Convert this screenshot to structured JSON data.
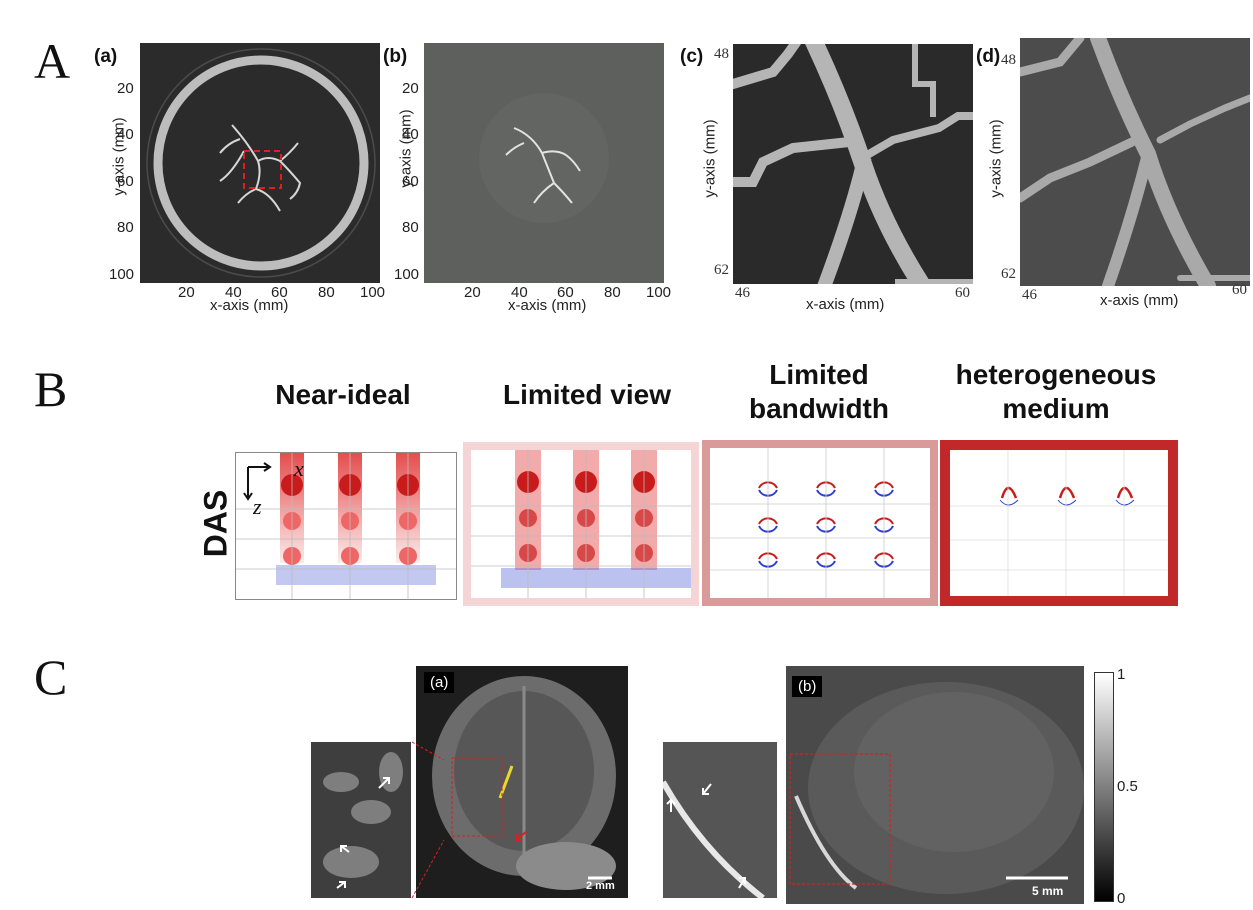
{
  "sections": {
    "a": "A",
    "b": "B",
    "c": "C"
  },
  "panelA": {
    "a": {
      "label": "(a)",
      "xlabel": "x-axis (mm)",
      "ylabel": "y-axis (mm)",
      "xticks": [
        "20",
        "40",
        "60",
        "80",
        "100"
      ],
      "yticks": [
        "20",
        "40",
        "60",
        "80",
        "100"
      ]
    },
    "b": {
      "label": "(b)",
      "xlabel": "x-axis (mm)",
      "ylabel": "y-axis (mm)",
      "xticks": [
        "20",
        "40",
        "60",
        "80",
        "100"
      ],
      "yticks": [
        "20",
        "40",
        "60",
        "80",
        "100"
      ]
    },
    "c": {
      "label": "(c)",
      "xlabel": "x-axis (mm)",
      "ylabel": "y-axis (mm)",
      "xmin": "46",
      "xmax": "60",
      "ymin": "48",
      "ymax": "62"
    },
    "d": {
      "label": "(d)",
      "xlabel": "x-axis (mm)",
      "ylabel": "y-axis (mm)",
      "xmin": "46",
      "xmax": "60",
      "ymin": "48",
      "ymax": "62"
    }
  },
  "panelB": {
    "columns": [
      {
        "title": "Near-ideal"
      },
      {
        "title": "Limited view"
      },
      {
        "title": "Limited\nbandwidth"
      },
      {
        "title": "heterogeneous\nmedium"
      }
    ],
    "row_label": "DAS",
    "axis_x": "x",
    "axis_z": "z",
    "colors": {
      "positive": "#d81e1e",
      "negative": "#2b3fd1",
      "frame_limited_view": "#f4d4d4",
      "frame_limited_bandwidth": "#d99a9a",
      "frame_heterogeneous": "#c0282a"
    }
  },
  "panelC": {
    "a": {
      "label": "(a)",
      "scalebar": "2 mm"
    },
    "b": {
      "label": "(b)",
      "scalebar": "5 mm"
    },
    "colorbar": {
      "max": "1",
      "mid": "0.5",
      "min": "0"
    }
  }
}
